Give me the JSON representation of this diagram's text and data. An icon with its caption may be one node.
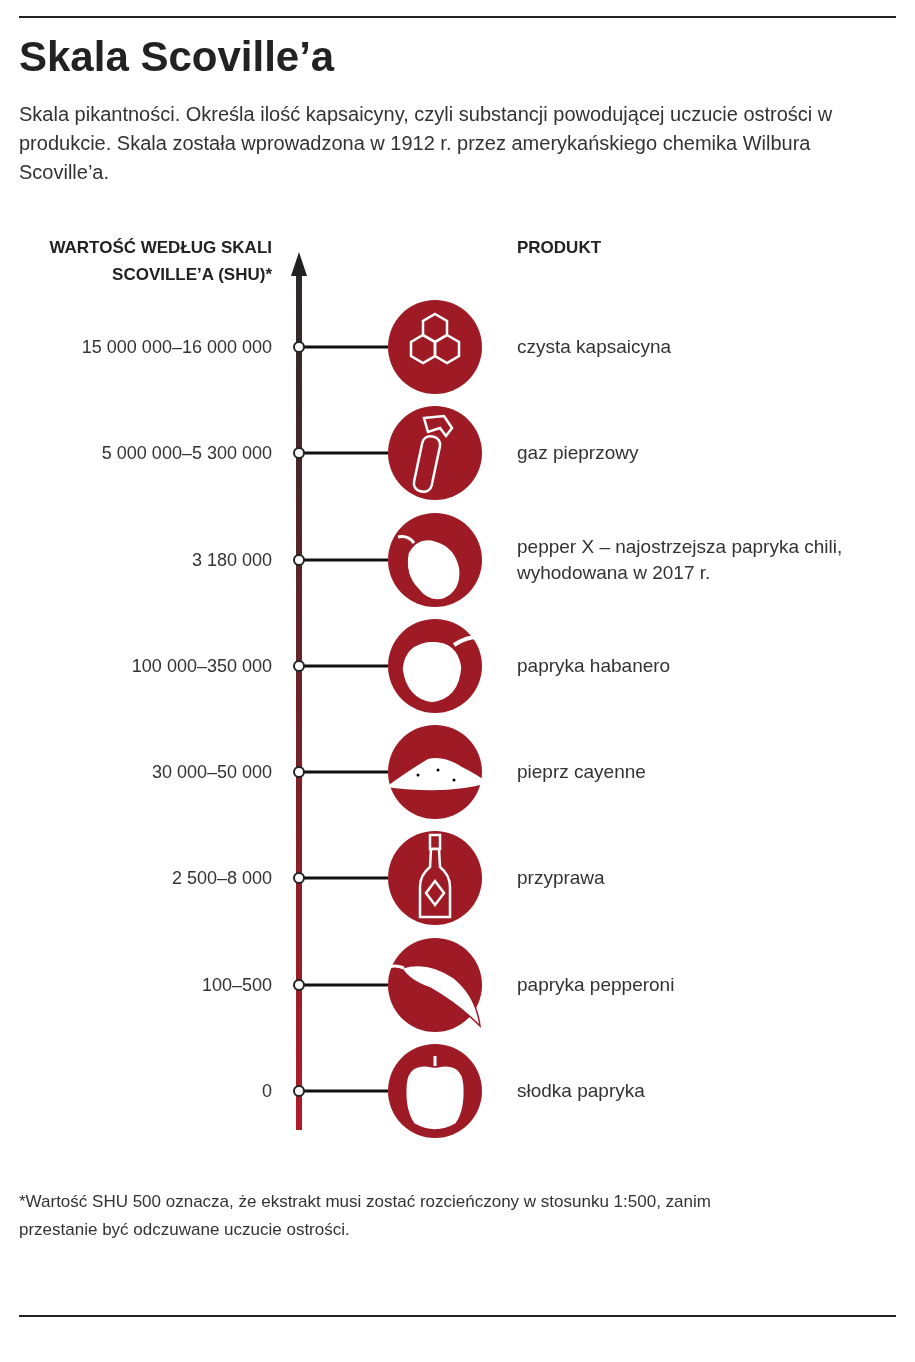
{
  "diagram": {
    "title": "Skala Scoville’a",
    "caption": "Skala pikantności. Określa ilość kapsaicyny, czyli substancji powodującej uczucie ostrości w produkcie. Skala została wprowadzona w 1912 r. przez amerykańskiego chemika Wilbura Scoville’a.",
    "nodes": [
      {
        "text": [],
        "shape": "picture",
        "beside": [
          "czysta kapsaicyna"
        ]
      },
      {
        "text": [],
        "shape": "picture",
        "beside": [
          "gaz pieprzowy"
        ]
      },
      {
        "text": [],
        "shape": "picture",
        "beside": [
          "pepper X – najostrzejsza papryka chili, wyhodowana w 2017 r."
        ]
      },
      {
        "text": [],
        "shape": "picture",
        "beside": [
          "papryka habanero"
        ]
      },
      {
        "text": [],
        "shape": "picture",
        "beside": [
          "pieprz cayenne"
        ]
      },
      {
        "text": [],
        "shape": "picture",
        "beside": [
          "przyprawa"
        ]
      },
      {
        "text": [],
        "shape": "picture",
        "beside": [
          "papryka pepperoni"
        ]
      },
      {
        "text": [],
        "shape": "picture",
        "beside": [
          "słodka papryka"
        ]
      }
    ],
    "edges": [
      {
        "from": null,
        "to": 0,
        "arrow": "none"
      },
      {
        "from": null,
        "to": 1,
        "arrow": "none"
      },
      {
        "from": null,
        "to": 2,
        "arrow": "none"
      },
      {
        "from": null,
        "to": 3,
        "arrow": "none"
      },
      {
        "from": null,
        "to": 4,
        "arrow": "none"
      },
      {
        "from": null,
        "to": 5,
        "arrow": "none"
      },
      {
        "from": null,
        "to": 6,
        "arrow": "none"
      },
      {
        "from": null,
        "to": 7,
        "arrow": "none"
      }
    ],
    "labels": [
      "WARTOŚĆ WEDŁUG SKALI SCOVILLE’A (SHU)*",
      "PRODUKT",
      "15 000 000–16 000 000",
      "5 000 000–5 300 000",
      "3 180 000",
      "100 000–350 000",
      "30 000–50 000",
      "2 500–8 000",
      "100–500",
      "0",
      "*Wartość SHU 500 oznacza, że ekstrakt musi zostać rozcieńczony w stosunku 1:500, zanim przestanie być odczuwane uczucie ostrości."
    ]
  }
}
